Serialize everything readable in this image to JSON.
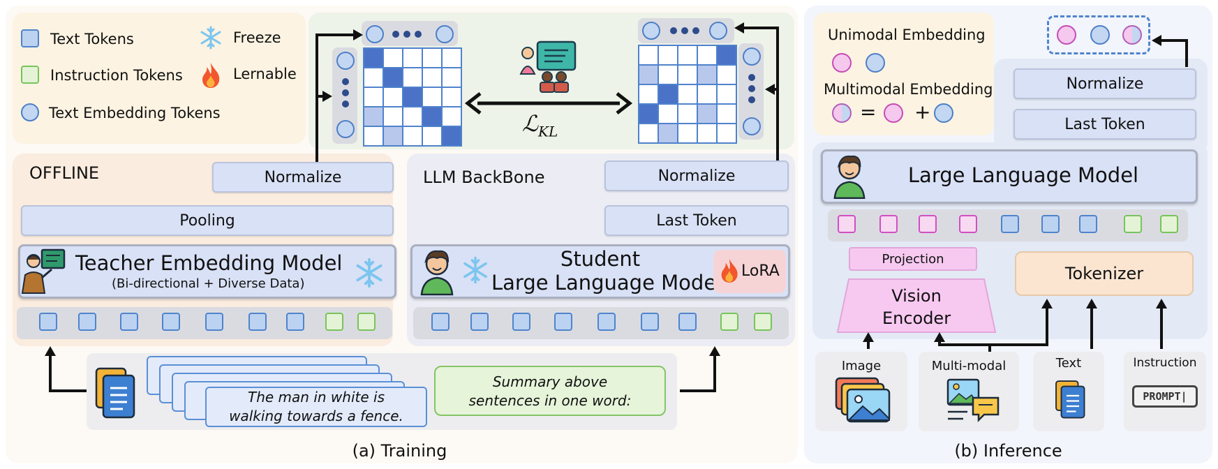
{
  "legend": {
    "text_tokens": "Text Tokens",
    "instruction_tokens": "Instruction Tokens",
    "text_embedding_tokens": "Text Embedding Tokens",
    "freeze": "Freeze",
    "lernable": "Lernable"
  },
  "kl_loss_label": "ℒ",
  "kl_loss_sub": "KL",
  "offline": {
    "title": "OFFLINE",
    "normalize": "Normalize",
    "pooling": "Pooling",
    "teacher_title": "Teacher Embedding Model",
    "teacher_sub": "(Bi-directional + Diverse Data)"
  },
  "backbone": {
    "title": "LLM BackBone",
    "normalize": "Normalize",
    "last_token": "Last Token",
    "student_line1": "Student",
    "student_line2": "Large Language Model",
    "lora": "LoRA"
  },
  "inputs": {
    "sentence_line1": "The man in white is",
    "sentence_line2": "walking towards a fence.",
    "prompt_line1": "Summary above",
    "prompt_line2": "sentences in one word:"
  },
  "captions": {
    "training": "(a) Training",
    "inference": "(b) Inference"
  },
  "inference": {
    "unimodal_embedding": "Unimodal Embedding",
    "multimodal_embedding": "Multimodal Embedding",
    "equals": "=",
    "plus": "+",
    "normalize": "Normalize",
    "last_token": "Last Token",
    "llm": "Large Language Model",
    "projection": "Projection",
    "vision_line1": "Vision",
    "vision_line2": "Encoder",
    "tokenizer": "Tokenizer",
    "input_image": "Image",
    "input_multimodal": "Multi-modal",
    "input_text": "Text",
    "input_instruction": "Instruction",
    "prompt_badge": "PROMPT|"
  },
  "colors": {
    "blue_token": "#4f84cc",
    "green_token": "#78c35b",
    "pink_token": "#d24fc0",
    "matrix_dark": "#4a73c7",
    "matrix_light": "#b8c8ec"
  },
  "icons": [
    "snowflake-icon",
    "fire-icon",
    "teacher-icon",
    "student-icon",
    "document-icon",
    "image-icon",
    "multimodal-icon",
    "prompt-icon",
    "classroom-icon"
  ]
}
